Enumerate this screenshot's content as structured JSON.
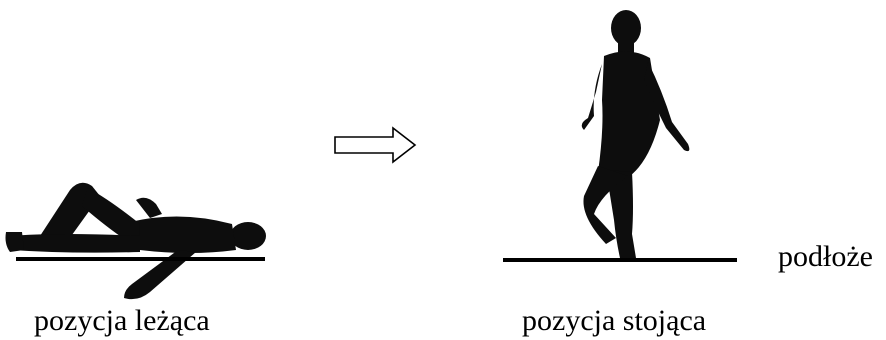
{
  "labels": {
    "lying": "pozycja leżąca",
    "standing": "pozycja stojąca",
    "ground": "podłoże"
  },
  "icons": {
    "lying_figure": "lying-person-silhouette-icon",
    "standing_figure": "standing-person-silhouette-icon",
    "transition_arrow": "right-arrow-icon"
  },
  "colors": {
    "silhouette": "#0d0d0d",
    "line": "#000000",
    "background": "#ffffff"
  }
}
